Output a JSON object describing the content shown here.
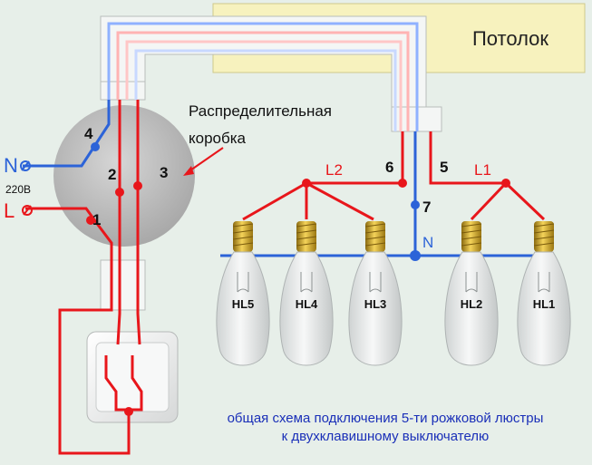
{
  "ceiling_label": "Потолок",
  "junction_box_label": [
    "Распределительная",
    "коробка"
  ],
  "terminals": {
    "t1": "1",
    "t2": "2",
    "t3": "3",
    "t4": "4",
    "t5": "5",
    "t6": "6",
    "t7": "7"
  },
  "input": {
    "neutral": "N",
    "phase": "L",
    "voltage": "220В"
  },
  "groups": {
    "left": "L2",
    "right": "L1",
    "neutral": "N"
  },
  "lamps": [
    "HL5",
    "HL4",
    "HL3",
    "HL2",
    "HL1"
  ],
  "caption": [
    "общая схема подключения 5-ти рожковой люстры",
    "к двухклавишному выключателю"
  ],
  "colors": {
    "phase_wire": "#e8161b",
    "neutral_wire": "#2c63d8",
    "ceiling": "#f7f2be",
    "caption": "#1a2fb8"
  }
}
